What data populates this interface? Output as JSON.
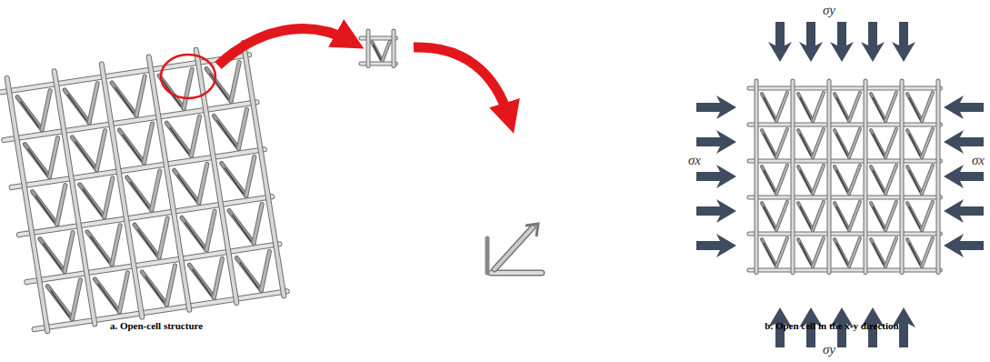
{
  "diagram": {
    "labels": [
      "σy",
      "σx",
      "σx",
      "σy",
      "a. Open-cell structure",
      "b. Open cell in the x-y direction"
    ]
  }
}
